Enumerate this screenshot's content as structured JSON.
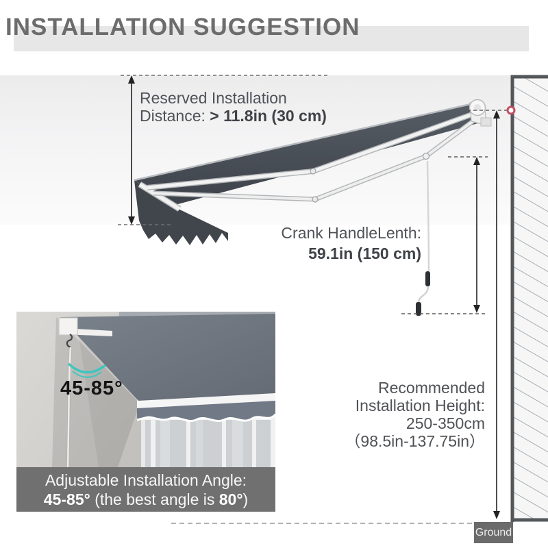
{
  "title": "INSTALLATION SUGGESTION",
  "annotations": {
    "reserved": {
      "line1": "Reserved Installation",
      "line2_prefix": "Distance: ",
      "line2_value": "> 11.8in (30 cm)"
    },
    "crank": {
      "line1": "Crank HandleLenth:",
      "value": "59.1in (150 cm)"
    },
    "height": {
      "line1": "Recommended",
      "line2": "Installation Height:",
      "line3": "250-350cm",
      "line4": "（98.5in-137.75in）"
    },
    "ground": "Ground"
  },
  "inset": {
    "angle_label": "45-85°",
    "caption_line1": "Adjustable Installation Angle:",
    "caption_bold1": "45-85°",
    "caption_mid": " (the best angle is ",
    "caption_bold2": "80°",
    "caption_end": ")"
  },
  "colors": {
    "title_gray": "#6c6c6c",
    "band_gray": "#e7e7e7",
    "fabric_dark": "#464c53",
    "wall_hatch": "#9aa0a3",
    "marker_red": "#c44d60",
    "accent_teal": "#3cc6bf",
    "caption_bg": "#6b6b6b"
  }
}
